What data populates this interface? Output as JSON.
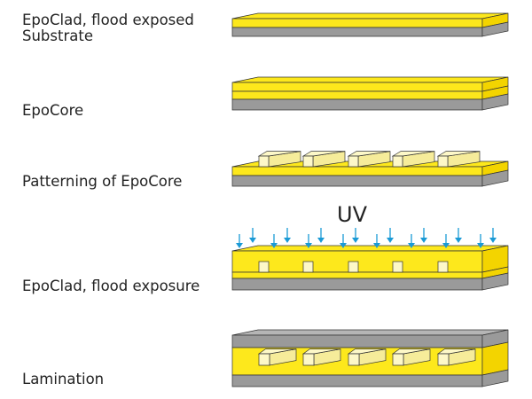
{
  "labels": {
    "step1a": "EpoClad, flood exposed",
    "step1b": "Substrate",
    "step2": "EpoCore",
    "step3": "Patterning of EpoCore",
    "step4": "EpoClad, flood exposure",
    "step5": "Lamination"
  },
  "uv_label": "UV",
  "colors": {
    "yellow": "#fde81c",
    "yellow_dark": "#f3d400",
    "core": "#fdf8c8",
    "gray": "#9a9a9a",
    "gray_light": "#b5b5b5",
    "uv_arrow": "#1a9ad6"
  }
}
